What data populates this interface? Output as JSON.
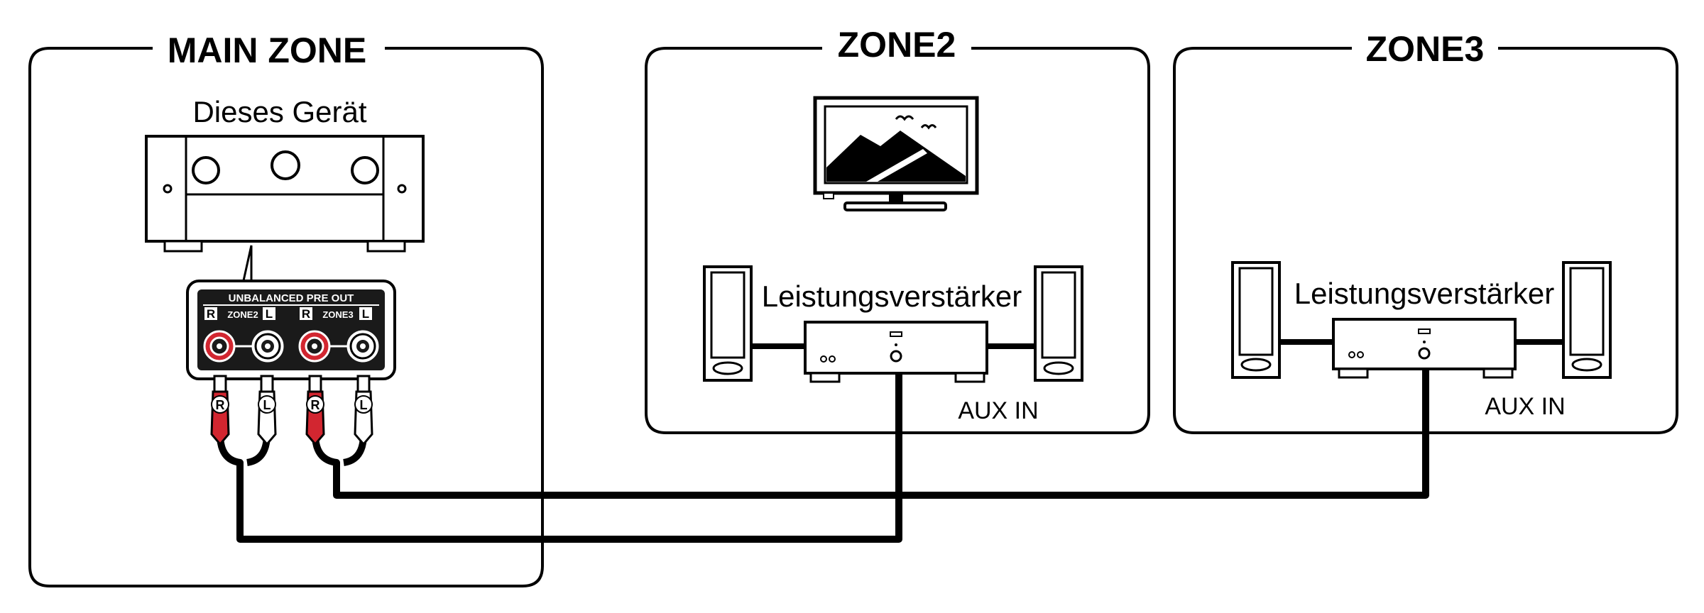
{
  "zones": {
    "main": {
      "title": "MAIN ZONE",
      "device_label": "Dieses Gerät"
    },
    "zone2": {
      "title": "ZONE2",
      "amp_label": "Leistungsverstärker",
      "input_label": "AUX IN"
    },
    "zone3": {
      "title": "ZONE3",
      "amp_label": "Leistungsverstärker",
      "input_label": "AUX IN"
    }
  },
  "panel": {
    "title": "UNBALANCED PRE OUT",
    "zone2_label": "ZONE2",
    "zone3_label": "ZONE3",
    "right_letter": "R",
    "left_letter": "L"
  },
  "plugs": [
    "R",
    "L",
    "R",
    "L"
  ],
  "colors": {
    "line": "#000000",
    "red_jack": "#d22630",
    "panel_bg": "#1a1a1a"
  }
}
